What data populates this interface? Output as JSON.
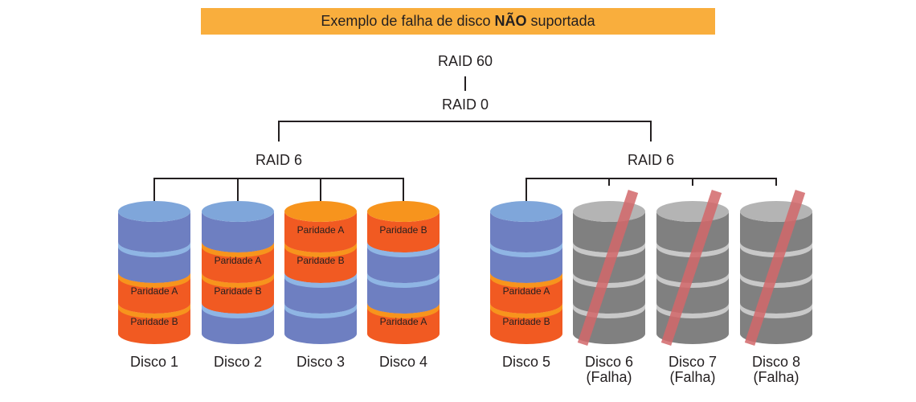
{
  "title": {
    "prefix": "Exemplo de falha de disco",
    "emphasis": "NÃO",
    "suffix": "suportada"
  },
  "tree": {
    "root": "RAID 60",
    "middle": "RAID 0",
    "groups": [
      {
        "label": "RAID 6"
      },
      {
        "label": "RAID 6"
      }
    ]
  },
  "colors": {
    "banner": "#f9ae3d",
    "data_side": "#6e7fc1",
    "data_top": "#7fa6da",
    "data_band": "#8fb5e4",
    "parity_side": "#f15a22",
    "parity_top": "#f7941d",
    "failed_side": "#808080",
    "failed_top": "#b4b4b4",
    "failed_band": "#c8c8c8",
    "strike": "#d2676a",
    "line": "#231f20"
  },
  "disks": [
    {
      "name": "Disco 1",
      "failed": false,
      "segments": [
        {
          "type": "data",
          "label": ""
        },
        {
          "type": "data",
          "label": ""
        },
        {
          "type": "parity",
          "label": "Paridade A"
        },
        {
          "type": "parity",
          "label": "Paridade B"
        }
      ]
    },
    {
      "name": "Disco 2",
      "failed": false,
      "segments": [
        {
          "type": "data",
          "label": ""
        },
        {
          "type": "parity",
          "label": "Paridade A"
        },
        {
          "type": "parity",
          "label": "Paridade B"
        },
        {
          "type": "data",
          "label": ""
        }
      ]
    },
    {
      "name": "Disco 3",
      "failed": false,
      "segments": [
        {
          "type": "parity",
          "label": "Paridade A"
        },
        {
          "type": "parity",
          "label": "Paridade B"
        },
        {
          "type": "data",
          "label": ""
        },
        {
          "type": "data",
          "label": ""
        }
      ]
    },
    {
      "name": "Disco 4",
      "failed": false,
      "segments": [
        {
          "type": "parity",
          "label": "Paridade B"
        },
        {
          "type": "data",
          "label": ""
        },
        {
          "type": "data",
          "label": ""
        },
        {
          "type": "parity",
          "label": "Paridade A"
        }
      ]
    },
    {
      "name": "Disco 5",
      "failed": false,
      "segments": [
        {
          "type": "data",
          "label": ""
        },
        {
          "type": "data",
          "label": ""
        },
        {
          "type": "parity",
          "label": "Paridade A"
        },
        {
          "type": "parity",
          "label": "Paridade B"
        }
      ]
    },
    {
      "name": "Disco 6",
      "status": "(Falha)",
      "failed": true,
      "segments": [
        {
          "type": "failed",
          "label": ""
        },
        {
          "type": "failed",
          "label": ""
        },
        {
          "type": "failed",
          "label": ""
        },
        {
          "type": "failed",
          "label": ""
        }
      ]
    },
    {
      "name": "Disco 7",
      "status": "(Falha)",
      "failed": true,
      "segments": [
        {
          "type": "failed",
          "label": ""
        },
        {
          "type": "failed",
          "label": ""
        },
        {
          "type": "failed",
          "label": ""
        },
        {
          "type": "failed",
          "label": ""
        }
      ]
    },
    {
      "name": "Disco 8",
      "status": "(Falha)",
      "failed": true,
      "segments": [
        {
          "type": "failed",
          "label": ""
        },
        {
          "type": "failed",
          "label": ""
        },
        {
          "type": "failed",
          "label": ""
        },
        {
          "type": "failed",
          "label": ""
        }
      ]
    }
  ]
}
